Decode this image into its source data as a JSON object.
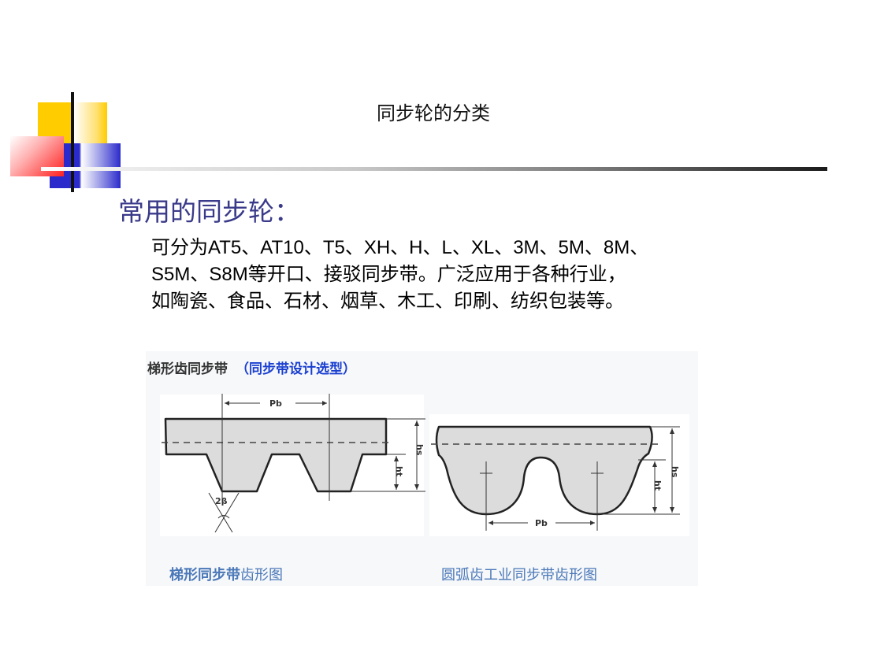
{
  "slide": {
    "title": "同步轮的分类",
    "subtitle": "常用的同步轮：",
    "body_lines": [
      "可分为AT5、AT10、T5、XH、H、L、XL、3M、5M、8M、",
      "S5M、S8M等开口、接驳同步带。广泛应用于各种行业，",
      "如陶瓷、食品、石材、烟草、木工、印刷、纺织包装等。"
    ]
  },
  "figure": {
    "heading": "梯形齿同步带",
    "heading_link": "（同步带设计选型）",
    "left_diagram": {
      "labels": {
        "pitch": "Pb",
        "total_height": "hs",
        "tooth_height": "ht",
        "angle": "2β"
      }
    },
    "right_diagram": {
      "labels": {
        "pitch": "Pb",
        "total_height": "hs",
        "tooth_height": "ht"
      }
    },
    "caption_left_bold": "梯形同步带",
    "caption_left_rest": "齿形图",
    "caption_right": "圆弧齿工业同步带齿形图"
  },
  "colors": {
    "accent_yellow": "#ffcc00",
    "accent_blue": "#2b2bcc",
    "accent_red": "#ff2020",
    "subtitle": "#3a3a8a",
    "link_blue": "#1a3fd0",
    "caption_blue": "#4a78b8",
    "belt_fill": "#dcdcdc"
  }
}
